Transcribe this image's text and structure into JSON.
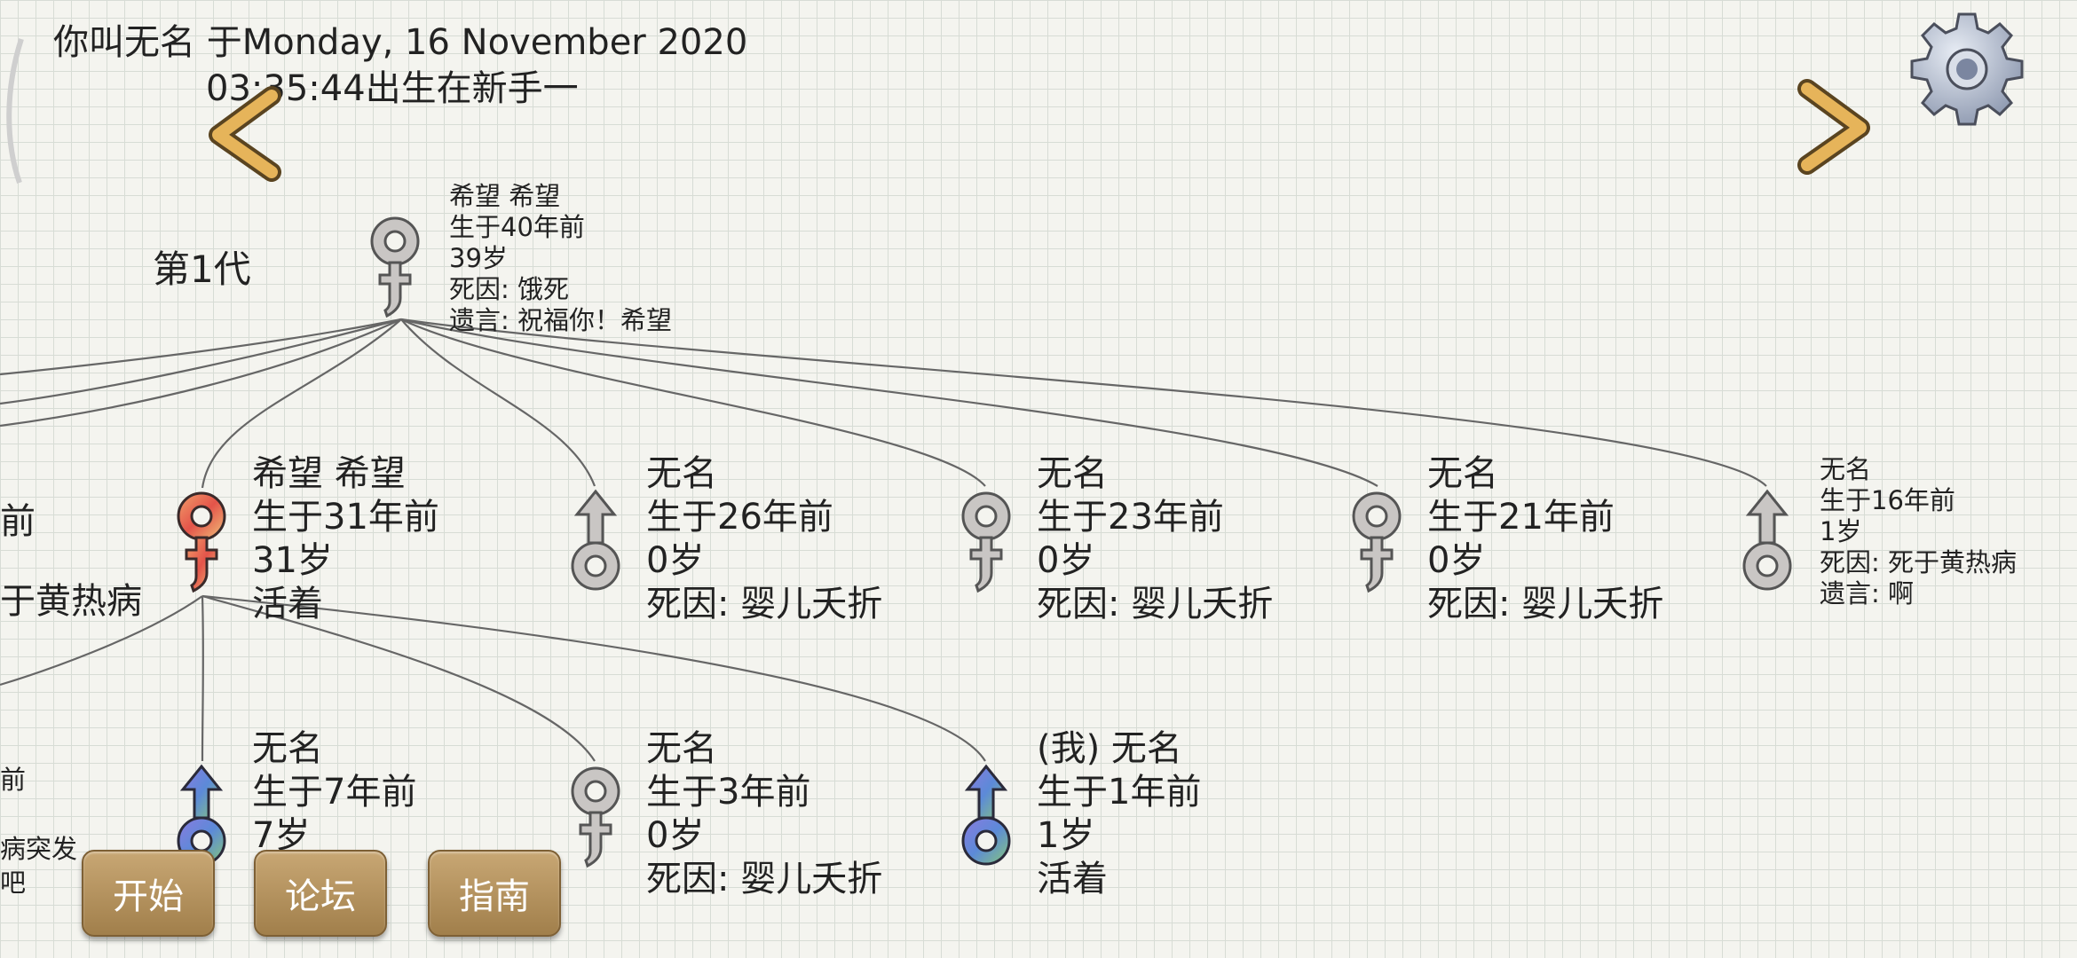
{
  "header": {
    "line1": "你叫无名 于Monday, 16 November 2020",
    "line2": "03:35:44出生在新手一"
  },
  "generation_label": "第1代",
  "root": {
    "lines": [
      "希望 希望",
      "生于40年前",
      "39岁",
      "死因: 饿死",
      "遗言: 祝福你！希望"
    ],
    "gender": "female",
    "color": "grey"
  },
  "generation2": [
    {
      "lines": [
        "希望 希望",
        "生于31年前",
        "31岁",
        "活着"
      ],
      "gender": "female",
      "color": "red"
    },
    {
      "lines": [
        "无名",
        "生于26年前",
        "0岁",
        "死因: 婴儿夭折"
      ],
      "gender": "male",
      "color": "grey"
    },
    {
      "lines": [
        "无名",
        "生于23年前",
        "0岁",
        "死因: 婴儿夭折"
      ],
      "gender": "female",
      "color": "grey"
    },
    {
      "lines": [
        "无名",
        "生于21年前",
        "0岁",
        "死因: 婴儿夭折"
      ],
      "gender": "female",
      "color": "grey"
    },
    {
      "lines": [
        "无名",
        "生于16年前",
        "1岁",
        "死因: 死于黄热病",
        "遗言: 啊"
      ],
      "gender": "male",
      "color": "grey"
    }
  ],
  "generation3": [
    {
      "lines": [
        "无名",
        "生于7年前",
        "7岁"
      ],
      "gender": "male",
      "color": "blue"
    },
    {
      "lines": [
        "无名",
        "生于3年前",
        "0岁",
        "死因: 婴儿夭折"
      ],
      "gender": "female",
      "color": "grey"
    },
    {
      "lines": [
        "(我) 无名",
        "生于1年前",
        "1岁",
        "活着"
      ],
      "gender": "male",
      "color": "blue"
    }
  ],
  "offscreen_fragments": {
    "f1": "前",
    "f2": "于黄热病",
    "f3": "前",
    "f4": "病突发",
    "f5": "吧"
  },
  "buttons": {
    "start": "开始",
    "forum": "论坛",
    "guide": "指南"
  },
  "icons": {
    "left": "chevron-left-icon",
    "right": "chevron-right-icon",
    "settings": "gear-icon",
    "female": "female-symbol-icon",
    "male": "male-symbol-icon"
  },
  "colors": {
    "button": "#b08e5b",
    "chevron": "#e2b25c",
    "grey_figure": "#c9c6c4",
    "red_figure": "#e86a52",
    "blue_figure": "#6f88d6"
  }
}
